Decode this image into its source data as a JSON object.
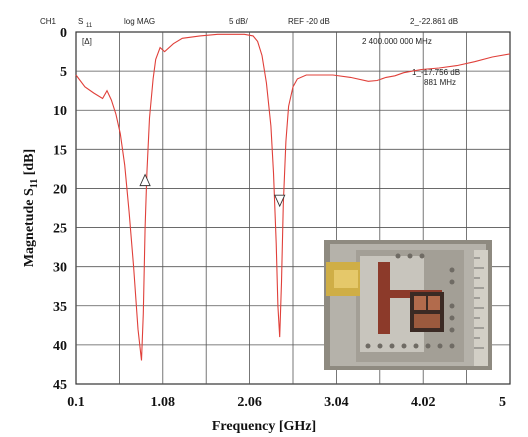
{
  "header": {
    "channel": "CH1",
    "param_main": "S",
    "param_sub": "11",
    "format": "log MAG",
    "scale": "5 dB/",
    "reference": "REF -20 dB",
    "marker2_readout": "2_-22.861 dB",
    "box_label": "[Δ]",
    "center_freq": "2 400.000 000 MHz",
    "marker1_value": "1_-17.756 dB",
    "marker1_freq": "881 MHz"
  },
  "colors": {
    "trace": "#e0403a",
    "grid": "#555555",
    "background": "#ffffff"
  },
  "photo": {
    "alt": "fabricated antenna on PCB with SMA connector"
  },
  "chart_data": {
    "type": "line",
    "xlabel": "Frequency [GHz]",
    "ylabel_main": "Magnetude S",
    "ylabel_sub": "11",
    "ylabel_unit": " [dB]",
    "xlim": [
      0.1,
      5
    ],
    "ylim": [
      0,
      45
    ],
    "y_inverted": true,
    "grid": true,
    "x_ticks": [
      0.1,
      1.08,
      2.06,
      3.04,
      4.02,
      5
    ],
    "x_tick_labels": [
      "0.1",
      "1.08",
      "2.06",
      "3.04",
      "4.02",
      "5"
    ],
    "y_ticks": [
      0,
      5,
      10,
      15,
      20,
      25,
      30,
      35,
      40,
      45
    ],
    "y_tick_labels": [
      "0",
      "5",
      "10",
      "15",
      "20",
      "25",
      "30",
      "35",
      "40",
      "45"
    ],
    "markers": [
      {
        "x": 0.88,
        "y": 19.0,
        "dir": "up"
      },
      {
        "x": 2.4,
        "y": 21.5,
        "dir": "down"
      }
    ],
    "series": [
      {
        "x": [
          0.1,
          0.2,
          0.3,
          0.4,
          0.45,
          0.5,
          0.55,
          0.6,
          0.65,
          0.7,
          0.75,
          0.8,
          0.84,
          0.86,
          0.88,
          0.9,
          0.93,
          0.97,
          1.0,
          1.05,
          1.1,
          1.2,
          1.3,
          1.5,
          1.7,
          1.9,
          2.0,
          2.1,
          2.15,
          2.2,
          2.25,
          2.3,
          2.33,
          2.36,
          2.38,
          2.4,
          2.42,
          2.44,
          2.47,
          2.5,
          2.55,
          2.6,
          2.7,
          2.8,
          3.0,
          3.2,
          3.4,
          3.5,
          3.6,
          3.7,
          3.8,
          4.0,
          4.2,
          4.4,
          4.6,
          4.8,
          5.0
        ],
        "y": [
          5.5,
          7.0,
          7.8,
          8.5,
          7.5,
          8.7,
          10.5,
          13.0,
          17.0,
          23.0,
          30.0,
          38.0,
          42.0,
          36.0,
          25.0,
          18.0,
          11.0,
          6.0,
          3.5,
          2.0,
          2.5,
          1.5,
          0.8,
          0.5,
          0.3,
          0.3,
          0.3,
          0.5,
          1.2,
          3.0,
          6.5,
          12.0,
          18.0,
          27.0,
          35.0,
          39.0,
          32.0,
          22.0,
          14.0,
          9.5,
          7.0,
          6.0,
          5.5,
          5.5,
          5.5,
          5.8,
          6.3,
          6.2,
          5.8,
          5.6,
          5.2,
          4.8,
          4.6,
          4.3,
          3.8,
          3.2,
          2.8
        ]
      }
    ]
  }
}
